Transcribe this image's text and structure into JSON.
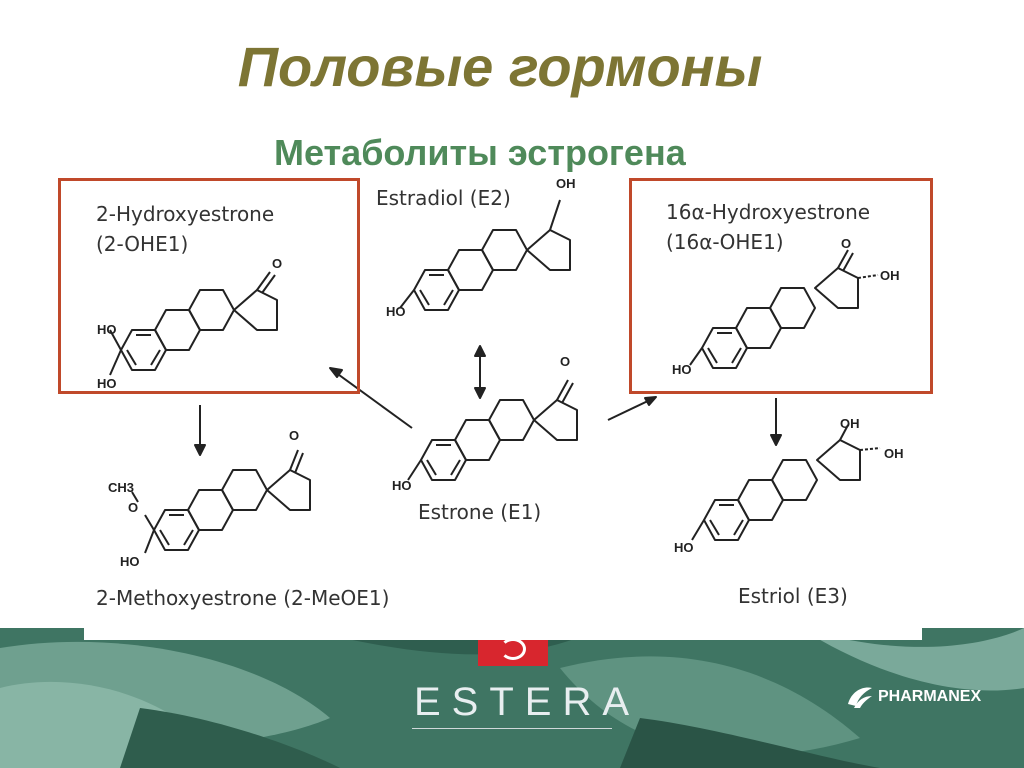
{
  "title": "Половые гормоны",
  "subtitle": "Метаболиты эстрогена",
  "compounds": {
    "oh2": {
      "name": "2-Hydroxyestrone",
      "abbr": "(2-OHE1)"
    },
    "e2": {
      "name": "Estradiol (E2)"
    },
    "oh16": {
      "name": "16α-Hydroxyestrone",
      "abbr": "(16α-OHE1)"
    },
    "e1": {
      "name": "Estrone (E1)"
    },
    "meo2": {
      "name": "2-Methoxyestrone (2-MeOE1)"
    },
    "e3": {
      "name": "Estriol (E3)"
    }
  },
  "atoms": {
    "ho": "HO",
    "oh": "OH",
    "o": "O",
    "ch3": "CH3"
  },
  "brand": {
    "logo": "ESTERA",
    "partner": "PHARMANEX"
  },
  "colors": {
    "title": "#7d7534",
    "subtitle": "#4f8a5a",
    "highlight": "#c0492a"
  }
}
